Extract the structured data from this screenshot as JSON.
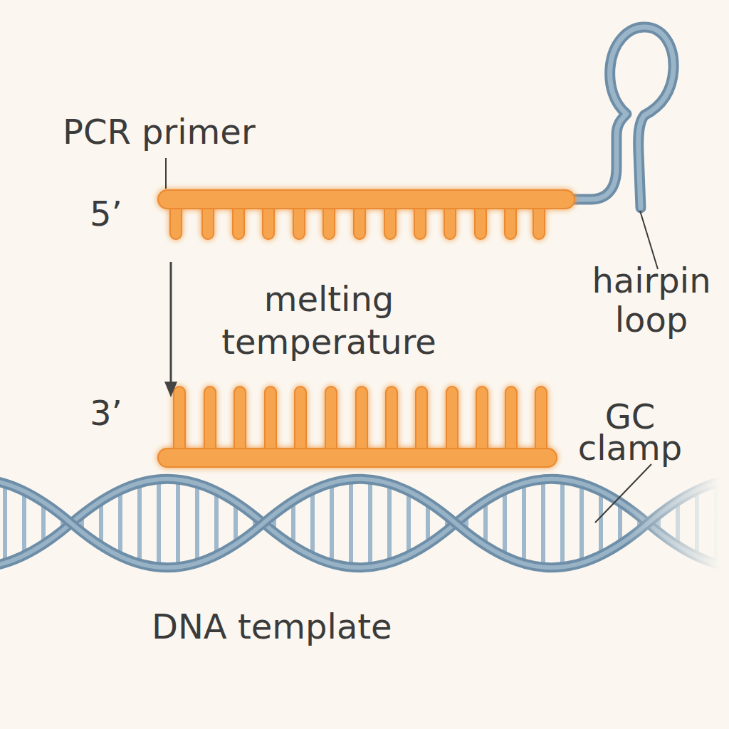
{
  "diagram": {
    "labels": [
      "PCR primer",
      "5’",
      "melting temperature",
      "hairpin loop",
      "3’",
      "GC clamp",
      "DNA template"
    ]
  }
}
